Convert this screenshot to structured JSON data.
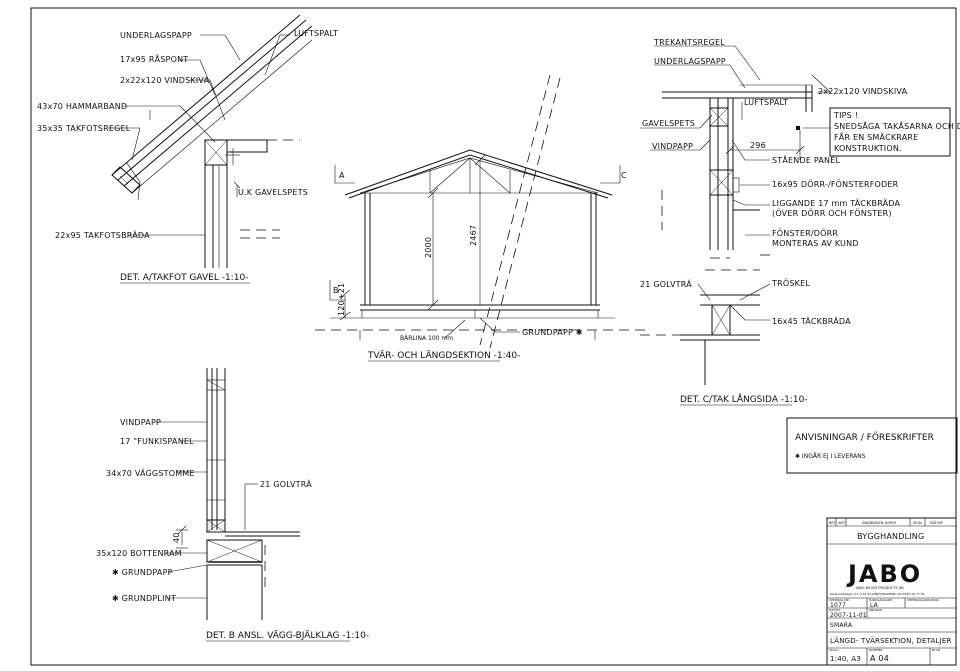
{
  "labels": {
    "underlagspapp_left": "UNDERLAGSPAPP",
    "luftspalt_left": "LUFTSPALT",
    "raspont": "17x95 RÅSPONT",
    "vindskiva_left": "2x22x120 VINDSKIVA",
    "hammarband": "43x70 HAMMARBAND",
    "takfotsregel": "35x35 TAKFOTSREGEL",
    "uk_gavelspets": "U.K GAVELSPETS",
    "takfotsbrada": "22x95 TAKFOTSBRÄDA",
    "det_a": "DET. A/TAKFOT GAVEL -1:10-",
    "sec_a": "A",
    "sec_b": "B",
    "sec_c": "C",
    "dim_2000": "2000",
    "dim_2467": "2467",
    "dim_120": "120+21",
    "barlina": "BÄRLINA 100 mm",
    "grundpapp_mid": "GRUNDPAPP ✱",
    "tvar_section": "TVÄR- OCH LÄNGDSEKTION -1:40-",
    "trekantsregel": "TREKANTSREGEL",
    "underlagspapp_right": "UNDERLAGSPAPP",
    "luftspalt_right": "LUFTSPALT",
    "vindskiva_right": "2x22x120 VINDSKIVA",
    "gavelspets": "GAVELSPETS",
    "vindpapp_right": "VINDPAPP",
    "dim_296": "296",
    "staende_panel": "STÅENDE PANEL",
    "tips": [
      "TIPS !",
      "SNEDSÅGA TAKÅSARNA OCH DU",
      "FÅR EN SMÄCKRARE",
      "KONSTRUKTION."
    ],
    "dorr_foder": "16x95 DÖRR-/FÖNSTERFODER",
    "liggande": [
      "LIGGANDE 17 mm TÄCKBRÄDA",
      "(ÖVER DÖRR OCH FÖNSTER)"
    ],
    "fonster_dorr": [
      "FÖNSTER/DÖRR",
      "MONTERAS AV KUND"
    ],
    "golvtra_right": "21 GOLVTRÄ",
    "troskel": "TRÖSKEL",
    "tackbrada": "16x45 TÄCKBRÄDA",
    "det_c": "DET. C/TAK LÅNGSIDA -1:10-",
    "vindpapp_left": "VINDPAPP",
    "funkispanel": "17 \"FUNKISPANEL",
    "vaggstomme": "34x70 VÄGGSTOMME",
    "golvtra_left": "21 GOLVTRÄ",
    "dim_40": "40",
    "bottenram": "35x120 BOTTENRAM",
    "grundpapp_left": "✱ GRUNDPAPP",
    "grundplint": "✱ GRUNDPLINT",
    "det_b": "DET. B  ANSL. VÄGG-BJÄLKLAG -1:10-"
  },
  "notes": {
    "title": "ANVISNINGAR / FÖRESKRIFTER",
    "item": "✱  INGÅR EJ I LEVERANS"
  },
  "titleblock": {
    "header_cells": [
      "BET",
      "ANT",
      "ÄNDRINGEN AVSER",
      "SIGN",
      "DATUM"
    ],
    "bygghandling": "BYGGHANDLING",
    "logo": "JABO",
    "company": "JABO WOOD PRODUCTS AB",
    "address": "Gislavedsvägen 15, 514 50 JAMJÖ/TRANEMO Tel 0325-46 77 00",
    "order_label": "UPPDRAG NR",
    "order": "1077",
    "drawn_label": "HANDLÄGGARE",
    "drawn": "LA",
    "resp_label": "UPPDRAGSANSVARIG",
    "date_label": "DATUM",
    "date": "2007-11-01",
    "changed_label": "ÄNDRAD",
    "product": "SMARA",
    "sheet_title": "LÄNGD-  TVÄRSEKTION, DETALJER",
    "scale_label": "SKALA",
    "scale": "1:40, A3",
    "number_label": "NUMMER",
    "number": "A  04",
    "blad_label": "BLAD"
  }
}
